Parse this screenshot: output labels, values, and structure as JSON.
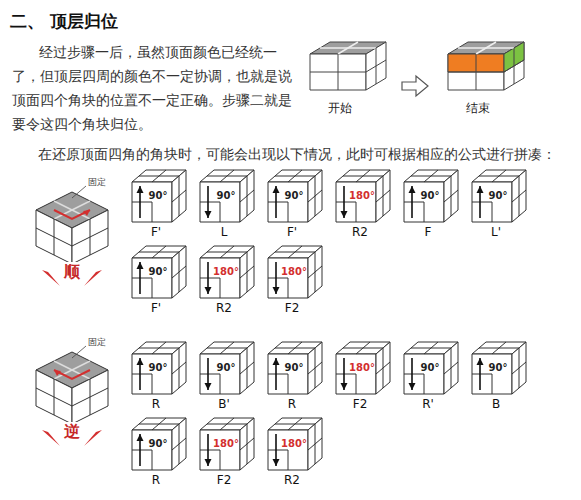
{
  "diagram": {
    "title": "二、 顶层归位",
    "labels": [
      "经过步骤一后，虽然顶面颜色已经统一了，但顶层四周的颜色不一定协调，也就是说顶面四个角块的位置不一定正确。步骤二就是要令这四个角块归位。",
      "开始",
      "结束",
      "在还原顶面四角的角块时，可能会出现以下情况，此时可根据相应的公式进行拼凑：",
      "固定",
      "顺",
      "90°",
      "F'",
      "90°",
      "L",
      "90°",
      "F'",
      "180°",
      "R2",
      "90°",
      "F",
      "90°",
      "L'",
      "90°",
      "F'",
      "180°",
      "R2",
      "180°",
      "F2",
      "固定",
      "逆",
      "90°",
      "R",
      "90°",
      "B'",
      "90°",
      "R",
      "180°",
      "F2",
      "90°",
      "R'",
      "90°",
      "B",
      "90°",
      "R",
      "180°",
      "F2",
      "180°",
      "R2"
    ]
  }
}
